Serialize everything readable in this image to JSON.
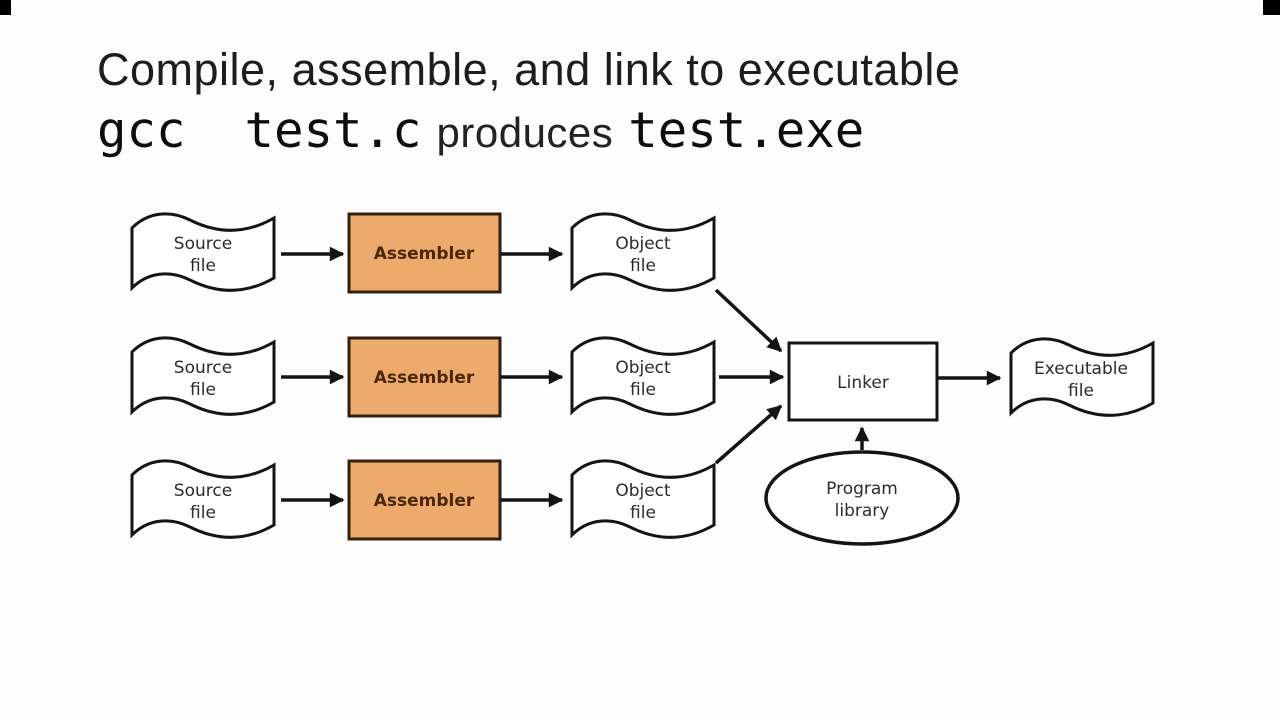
{
  "title": {
    "line1": "Compile, assemble, and link to executable",
    "command": "gcc  test.c",
    "connector": "produces",
    "result": "test.exe"
  },
  "diagram": {
    "source_label": [
      "Source",
      "file"
    ],
    "assembler_label": "Assembler",
    "object_label": [
      "Object",
      "file"
    ],
    "linker_label": "Linker",
    "library_label": [
      "Program",
      "library"
    ],
    "executable_label": [
      "Executable",
      "file"
    ],
    "colors": {
      "assembler_fill": "#ecaa6c",
      "assembler_border": "#32200c",
      "assembler_text": "#4a2708",
      "shape_fill": "#ffffff",
      "line": "#141414",
      "label_text": "#2b2b2b"
    },
    "edges": [
      "source-file-1 -> assembler-1",
      "assembler-1 -> object-file-1",
      "source-file-2 -> assembler-2",
      "assembler-2 -> object-file-2",
      "source-file-3 -> assembler-3",
      "assembler-3 -> object-file-3",
      "object-file-1 -> linker",
      "object-file-2 -> linker",
      "object-file-3 -> linker",
      "program-library -> linker",
      "linker -> executable-file"
    ]
  }
}
